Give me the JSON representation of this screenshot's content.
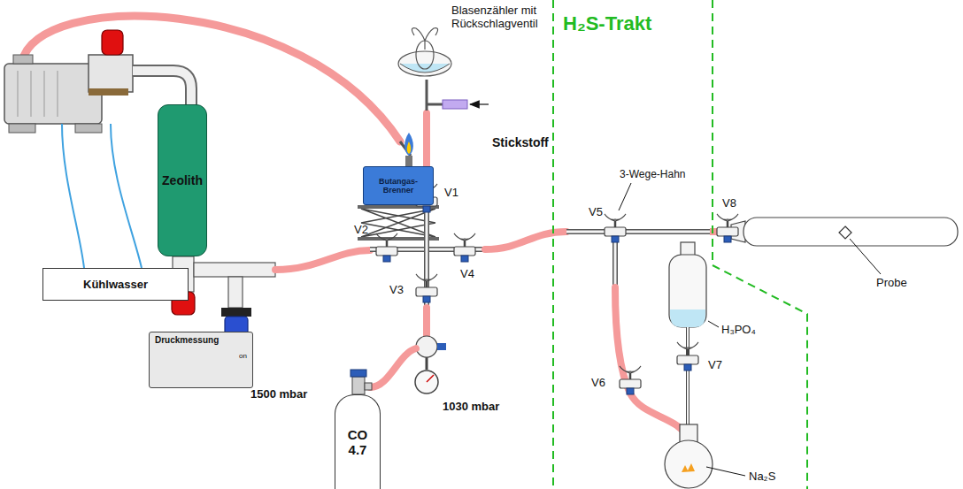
{
  "diagram": {
    "nodes": [
      {
        "text": [
          "Zeolith"
        ]
      },
      {
        "text": [
          "Butangas- Brenner"
        ]
      },
      {
        "text": [
          "Kühlwasser"
        ]
      },
      {
        "text": [
          "Druckmessung"
        ]
      },
      {
        "text": [
          "CO 4.7"
        ]
      }
    ],
    "labels": [
      "Blasenzähler mit Rückschlagventil",
      "Stickstoff",
      "H₂S-Trakt",
      "3-Wege-Hahn",
      "V1",
      "V2",
      "V3",
      "V4",
      "V5",
      "V6",
      "V7",
      "V8",
      "H₃PO₄",
      "Probe",
      "Na₂S",
      "1500 mbar",
      "1030 mbar",
      "on"
    ]
  }
}
